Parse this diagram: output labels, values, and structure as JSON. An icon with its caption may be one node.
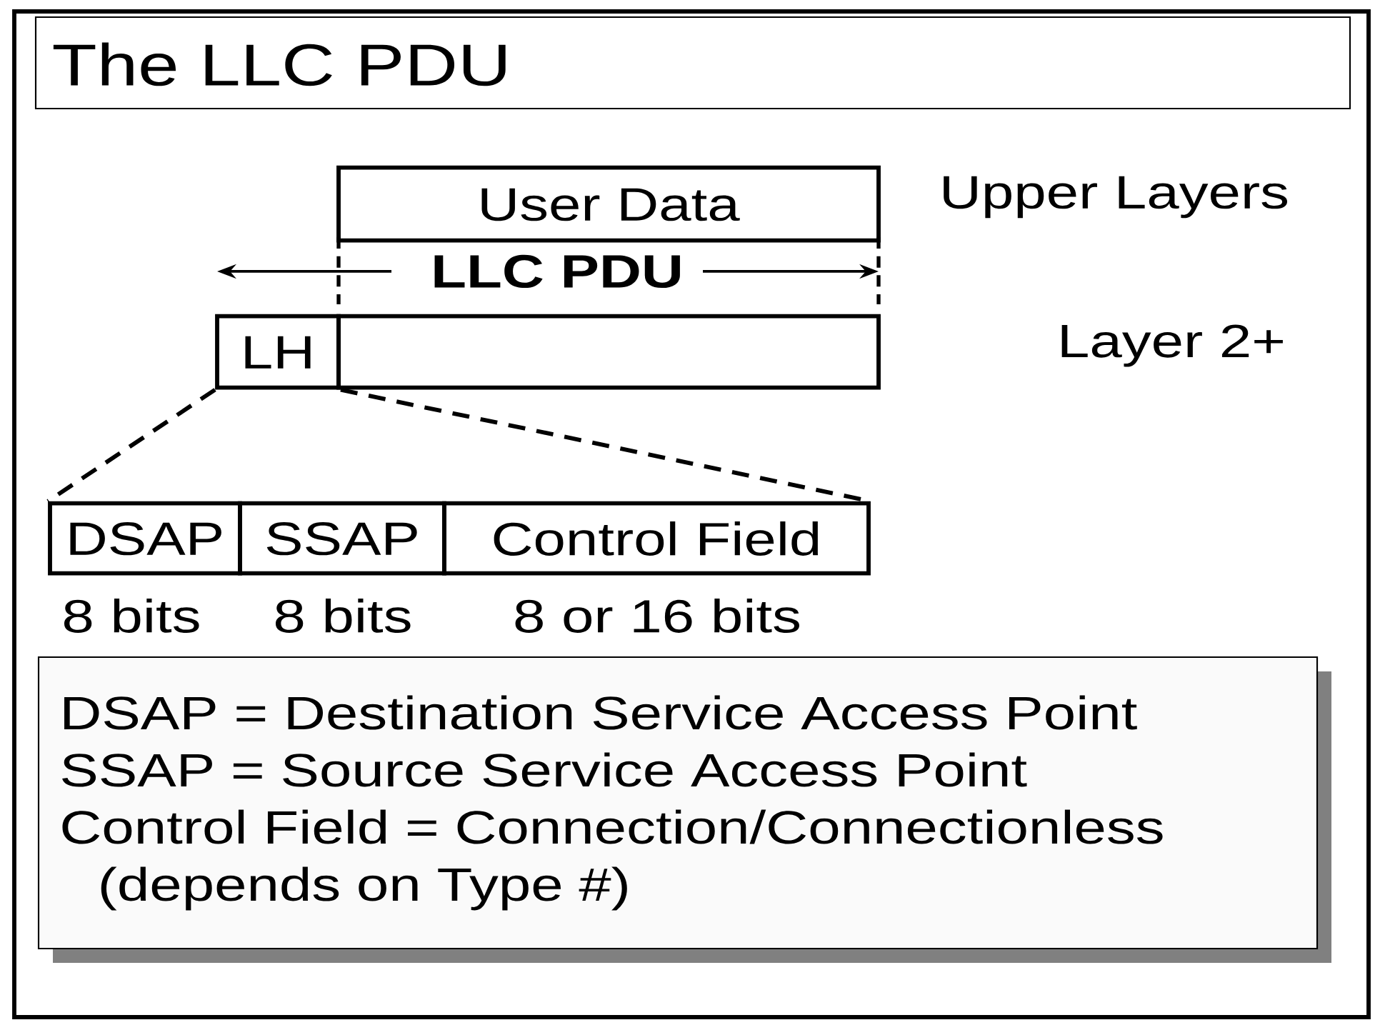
{
  "diagram": {
    "title": "The LLC PDU",
    "nodes": [
      {
        "text": [
          "User Data"
        ]
      },
      {
        "text": [
          "LH"
        ]
      },
      {
        "text": [],
        "shape": "box"
      },
      {
        "text": [
          "DSAP"
        ]
      },
      {
        "text": [
          "SSAP"
        ]
      },
      {
        "text": [
          "Control Field"
        ]
      },
      {
        "text": [
          "DSAP = Destination Service Access Point",
          "SSAP = Source Service Access Point",
          "Control Field = Connection/Connectionless",
          "(depends on Type #)"
        ]
      }
    ],
    "edges": [
      {
        "from": 1,
        "to": 3,
        "arrow": "none",
        "style": "dashed"
      },
      {
        "from": 1,
        "to": 5,
        "arrow": "none",
        "style": "dashed"
      }
    ],
    "labels": [
      "Upper Layers",
      "LLC PDU",
      "Layer 2+",
      "8 bits",
      "8 bits",
      "8 or 16 bits"
    ]
  }
}
